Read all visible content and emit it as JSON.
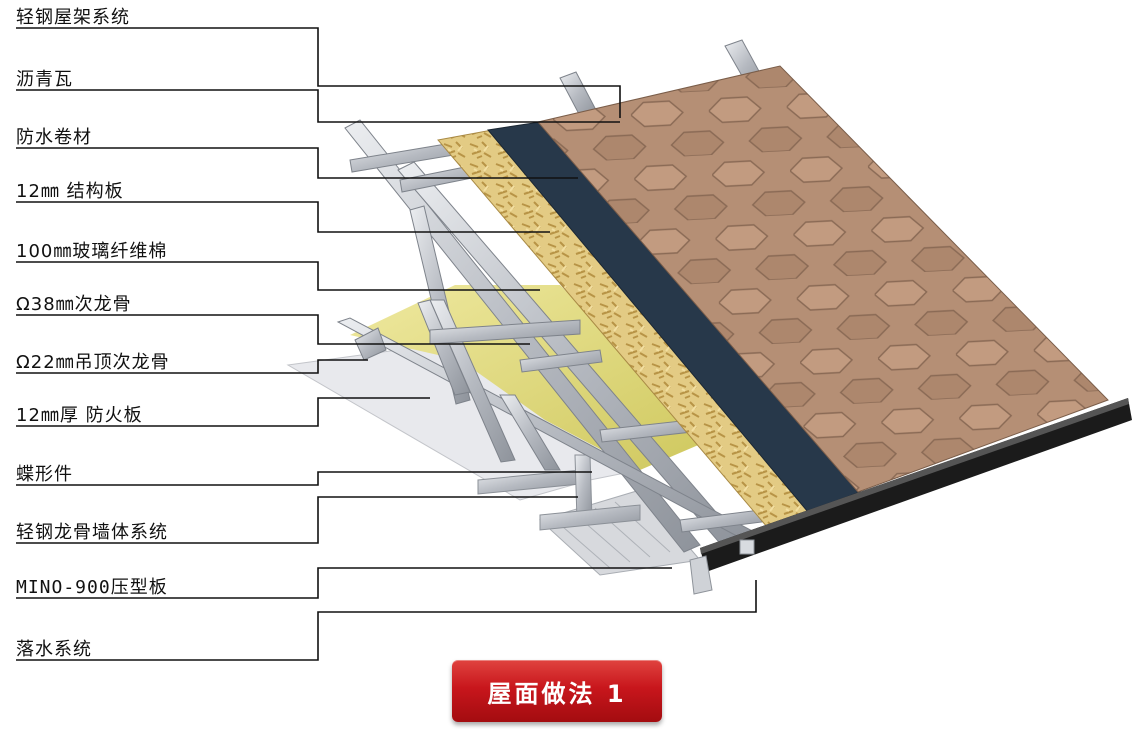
{
  "labels": [
    "轻钢屋架系统",
    "沥青瓦",
    "防水卷材",
    "12㎜ 结构板",
    "100㎜玻璃纤维棉",
    "Ω38㎜次龙骨",
    "Ω22㎜吊顶次龙骨",
    "12㎜厚 防火板",
    "蝶形件",
    "轻钢龙骨墙体系统",
    "MINO-900压型板",
    "落水系统"
  ],
  "caption": "屋面做法 1",
  "colors": {
    "shingle": "#b48f74",
    "shingle_line": "#8c6c57",
    "membrane": "#27384a",
    "osb": "#dcc37a",
    "insulation": "#e3df83",
    "steel": "#c9ccd2",
    "fireboard": "#e9eaee",
    "gutter": "#1c1c1c",
    "caption_red": "#c8161c"
  },
  "icons": [
    "roof-cross-section-illustration"
  ]
}
